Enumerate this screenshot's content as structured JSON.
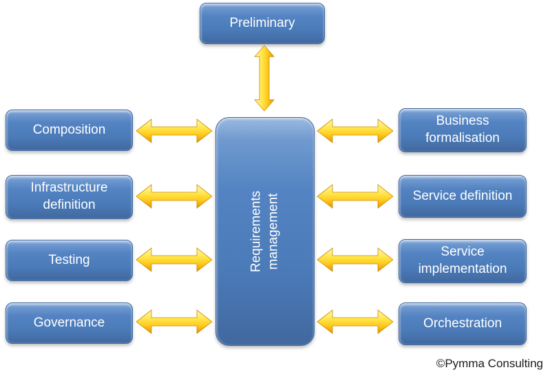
{
  "colors": {
    "node_blue_light": "#9cb9e0",
    "node_blue": "#4a7ab7",
    "node_blue_dark": "#41689f",
    "node_text": "#ffffff",
    "arrow_gold_light": "#fdf6c0",
    "arrow_gold": "#ffe852",
    "arrow_gold_mid": "#ffcc1f",
    "arrow_gold_dark": "#e39202",
    "arrow_outline": "#ce8e00",
    "credit_text": "#1a1a1a",
    "background": "#ffffff"
  },
  "nodes": {
    "top": {
      "label": "Preliminary"
    },
    "center": {
      "label": "Requirements management"
    },
    "left": [
      {
        "label": "Composition"
      },
      {
        "label": "Infrastructure definition"
      },
      {
        "label": "Testing"
      },
      {
        "label": "Governance"
      }
    ],
    "right": [
      {
        "label": "Business formalisation"
      },
      {
        "label": "Service definition"
      },
      {
        "label": "Service implementation"
      },
      {
        "label": "Orchestration"
      }
    ]
  },
  "footer": {
    "credit": "©Pymma Consulting"
  }
}
